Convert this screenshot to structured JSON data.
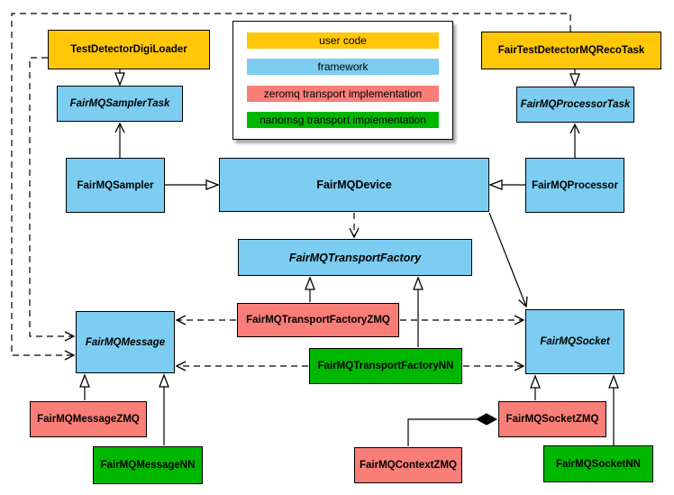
{
  "diagram": {
    "type": "uml-class-diagram",
    "palette": {
      "user_code": "#FFC708",
      "framework": "#7CCDF1",
      "zeromq": "#F97E77",
      "nanomsg": "#00B700",
      "line": "#000000",
      "background": "#FFFFFF"
    },
    "legend": {
      "items": [
        {
          "label": "user code",
          "color": "user_code"
        },
        {
          "label": "framework",
          "color": "framework"
        },
        {
          "label": "zeromq transport implementation",
          "color": "zeromq"
        },
        {
          "label": "nanomsg transport implementation",
          "color": "nanomsg"
        }
      ]
    },
    "nodes": {
      "digiloader": {
        "label": "TestDetectorDigiLoader",
        "category": "user_code",
        "abstract": false
      },
      "recotask": {
        "label": "FairTestDetectorMQRecoTask",
        "category": "user_code",
        "abstract": false
      },
      "samplertask": {
        "label": "FairMQSamplerTask",
        "category": "framework",
        "abstract": true
      },
      "processortask": {
        "label": "FairMQProcessorTask",
        "category": "framework",
        "abstract": true
      },
      "sampler": {
        "label": "FairMQSampler",
        "category": "framework",
        "abstract": false
      },
      "device": {
        "label": "FairMQDevice",
        "category": "framework",
        "abstract": false
      },
      "processor": {
        "label": "FairMQProcessor",
        "category": "framework",
        "abstract": false
      },
      "transportfactory": {
        "label": "FairMQTransportFactory",
        "category": "framework",
        "abstract": true
      },
      "tfzmq": {
        "label": "FairMQTransportFactoryZMQ",
        "category": "zeromq",
        "abstract": false
      },
      "tfnn": {
        "label": "FairMQTransportFactoryNN",
        "category": "nanomsg",
        "abstract": false
      },
      "message": {
        "label": "FairMQMessage",
        "category": "framework",
        "abstract": true
      },
      "socket": {
        "label": "FairMQSocket",
        "category": "framework",
        "abstract": true
      },
      "msgzmq": {
        "label": "FairMQMessageZMQ",
        "category": "zeromq",
        "abstract": false
      },
      "msgnn": {
        "label": "FairMQMessageNN",
        "category": "nanomsg",
        "abstract": false
      },
      "sockzmq": {
        "label": "FairMQSocketZMQ",
        "category": "zeromq",
        "abstract": false
      },
      "socknn": {
        "label": "FairMQSocketNN",
        "category": "nanomsg",
        "abstract": false
      },
      "contextzmq": {
        "label": "FairMQContextZMQ",
        "category": "zeromq",
        "abstract": false
      }
    },
    "edges": [
      {
        "from": "TestDetectorDigiLoader",
        "to": "FairMQSamplerTask",
        "type": "generalization"
      },
      {
        "from": "FairTestDetectorMQRecoTask",
        "to": "FairMQProcessorTask",
        "type": "generalization"
      },
      {
        "from": "FairMQSampler",
        "to": "FairMQSamplerTask",
        "type": "association"
      },
      {
        "from": "FairMQProcessor",
        "to": "FairMQProcessorTask",
        "type": "association"
      },
      {
        "from": "FairMQSampler",
        "to": "FairMQDevice",
        "type": "generalization"
      },
      {
        "from": "FairMQProcessor",
        "to": "FairMQDevice",
        "type": "generalization"
      },
      {
        "from": "FairMQDevice",
        "to": "FairMQTransportFactory",
        "type": "dependency"
      },
      {
        "from": "FairMQDevice",
        "to": "FairMQSocket",
        "type": "association"
      },
      {
        "from": "FairMQTransportFactoryZMQ",
        "to": "FairMQTransportFactory",
        "type": "generalization"
      },
      {
        "from": "FairMQTransportFactoryNN",
        "to": "FairMQTransportFactory",
        "type": "generalization"
      },
      {
        "from": "FairMQTransportFactoryZMQ",
        "to": "FairMQMessage",
        "type": "dependency"
      },
      {
        "from": "FairMQTransportFactoryZMQ",
        "to": "FairMQSocket",
        "type": "dependency"
      },
      {
        "from": "FairMQTransportFactoryNN",
        "to": "FairMQMessage",
        "type": "dependency"
      },
      {
        "from": "FairMQTransportFactoryNN",
        "to": "FairMQSocket",
        "type": "dependency"
      },
      {
        "from": "TestDetectorDigiLoader",
        "to": "FairMQMessage",
        "type": "dependency"
      },
      {
        "from": "FairTestDetectorMQRecoTask",
        "to": "FairMQMessage",
        "type": "dependency"
      },
      {
        "from": "FairMQMessageZMQ",
        "to": "FairMQMessage",
        "type": "generalization"
      },
      {
        "from": "FairMQMessageNN",
        "to": "FairMQMessage",
        "type": "generalization"
      },
      {
        "from": "FairMQSocketZMQ",
        "to": "FairMQSocket",
        "type": "generalization"
      },
      {
        "from": "FairMQSocketNN",
        "to": "FairMQSocket",
        "type": "generalization"
      },
      {
        "from": "FairMQContextZMQ",
        "to": "FairMQSocketZMQ",
        "type": "composition"
      }
    ]
  }
}
